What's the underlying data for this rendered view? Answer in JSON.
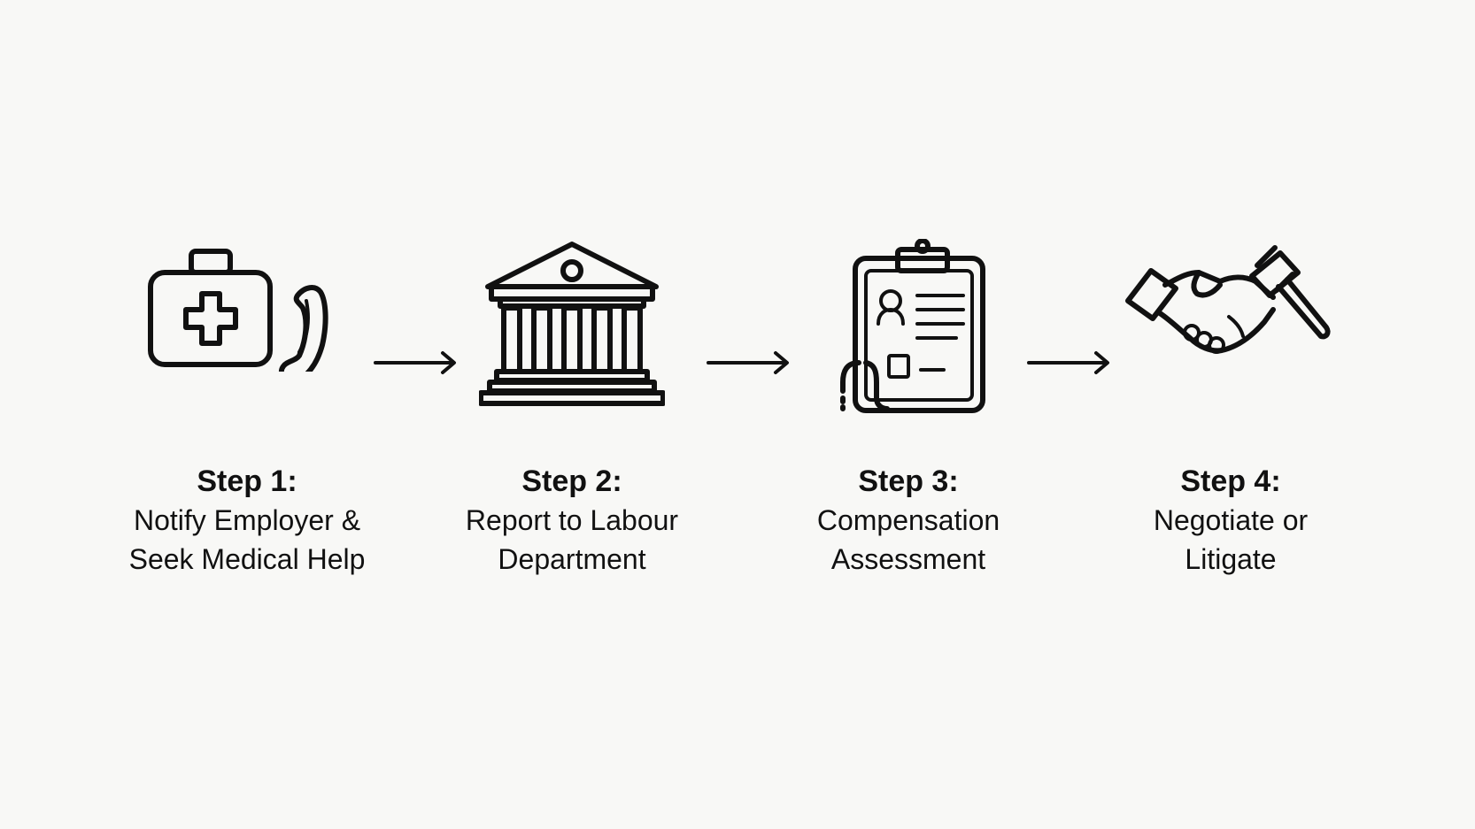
{
  "steps": [
    {
      "title": "Step 1:",
      "line1": "Notify Employer &",
      "line2": "Seek Medical Help",
      "icon": "first-aid-kit-phone-icon"
    },
    {
      "title": "Step 2:",
      "line1": "Report to Labour",
      "line2": "Department",
      "icon": "government-building-icon"
    },
    {
      "title": "Step 3:",
      "line1": "Compensation",
      "line2": "Assessment",
      "icon": "medical-clipboard-stethoscope-icon"
    },
    {
      "title": "Step 4:",
      "line1": "Negotiate or",
      "line2": "Litigate",
      "icon": "handshake-gavel-icon"
    }
  ],
  "colors": {
    "background": "#f8f8f6",
    "ink": "#111111"
  }
}
